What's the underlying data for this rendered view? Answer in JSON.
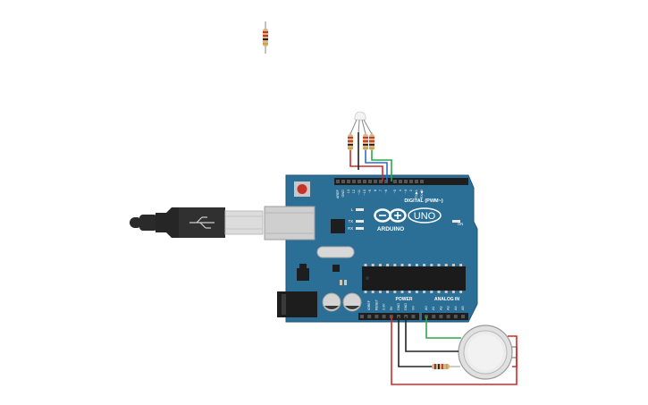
{
  "board": {
    "brand": "ARDUINO",
    "model": "UNO",
    "digital_header_label": "DIGITAL (PWM~)",
    "power_label": "POWER",
    "analog_label": "ANALOG IN",
    "on_label": "ON",
    "led_labels": [
      "L",
      "TX",
      "RX"
    ],
    "digital_pins": [
      "AREF",
      "GND",
      "13",
      "12",
      "~11",
      "~10",
      "~9",
      "8",
      "7",
      "~6",
      "~5",
      "4",
      "~3",
      "2",
      "TX▶1",
      "RX◀0"
    ],
    "power_pins": [
      "IOREF",
      "RESET",
      "3.3V",
      "5V",
      "GND",
      "GND",
      "Vin"
    ],
    "analog_pins": [
      "A0",
      "A1",
      "A2",
      "A3",
      "A4",
      "A5"
    ]
  },
  "colors": {
    "board": "#2b6f97",
    "board_edge": "#1f5678",
    "wire_red": "#d22a26",
    "wire_green": "#2aa84a",
    "wire_blue": "#2a6fd2",
    "wire_black": "#222222",
    "cable": "#2a2a2a"
  }
}
